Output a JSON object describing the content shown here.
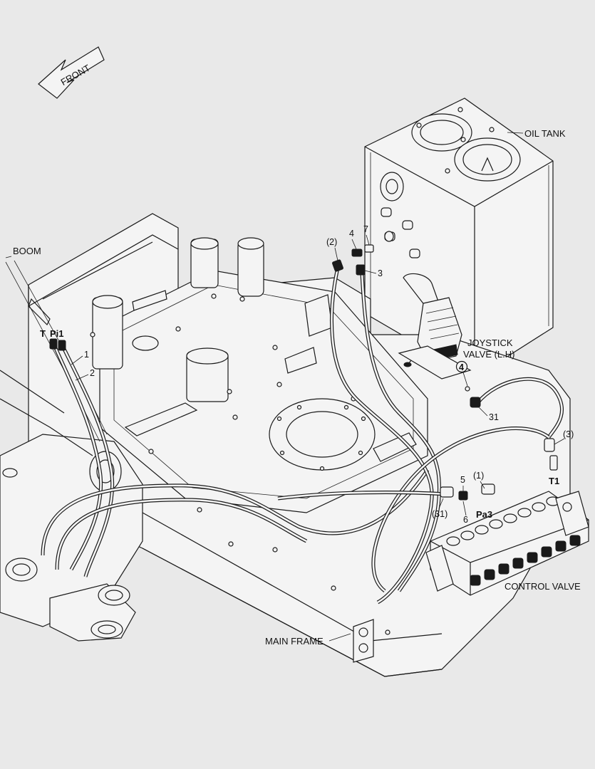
{
  "callouts": {
    "front": "FRONT",
    "oil_tank": "OIL TANK",
    "boom": "BOOM",
    "joystick_line1": "JOYSTICK",
    "joystick_line2": "VALVE (L.H)",
    "control_valve": "CONTROL VALVE",
    "main_frame": "MAIN FRAME"
  },
  "ports": {
    "t": "T",
    "pi1": "Pi1",
    "t1": "T1",
    "pa3": "Pa3"
  },
  "part_numbers": {
    "p1": "1",
    "p2": "2",
    "p3": "3",
    "p4": "4",
    "p4_circled": "4",
    "p5": "5",
    "p6": "6",
    "p7": "7",
    "p31": "31",
    "ref1": "(1)",
    "ref2": "(2)",
    "ref3": "(3)",
    "ref31": "(31)"
  }
}
